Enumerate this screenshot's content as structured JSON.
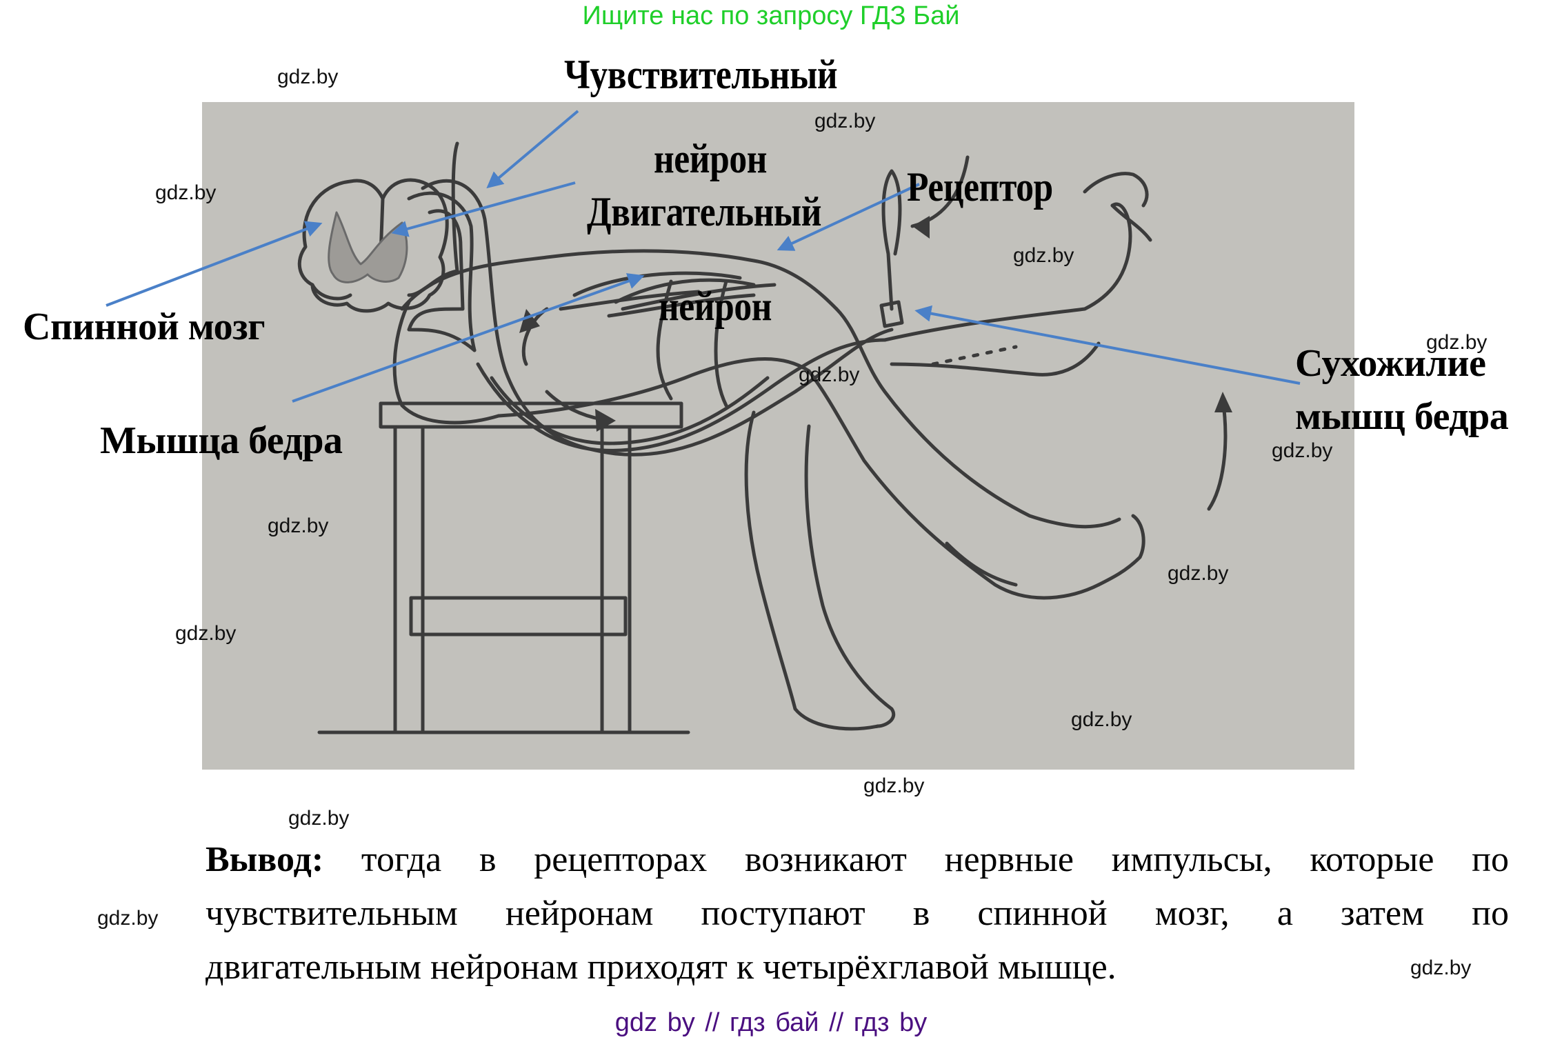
{
  "banner": {
    "text": "Ищите нас по запросу ГДЗ Бай",
    "color": "#1fcf2a"
  },
  "figure": {
    "background": "#c2c1bc",
    "line_color": "#3b3b3b",
    "annotation_color": "#4a80c8",
    "labels": {
      "sensory_line1": "Чувствительный",
      "sensory_line2": "нейрон",
      "motor_line1": "Двигательный",
      "motor_line2": "нейрон",
      "receptor": "Рецептор",
      "spinal_cord": "Спинной мозг",
      "thigh_muscle": "Мышца бедра",
      "tendon_line1": "Сухожилие",
      "tendon_line2": "мышц бедра"
    }
  },
  "watermarks": [
    "gdz.by",
    "gdz.by",
    "gdz.by",
    "gdz.by",
    "gdz.by",
    "gdz.by",
    "gdz.by",
    "gdz.by",
    "gdz.by",
    "gdz.by",
    "gdz.by",
    "gdz.by",
    "gdz.by",
    "gdz.by",
    "gdz.by"
  ],
  "conclusion": {
    "lead": "Вывод:",
    "lines": [
      "тогда в рецепторах возникают нервные импульсы, которые по",
      "чувствительным нейронам поступают в спинной мозг, а затем по",
      "двигательным нейронам приходят к четырёхглавой мышце."
    ]
  },
  "footer": {
    "text": "gdz by  //  гдз бай  //  гдз by",
    "color": "#4a0f80"
  }
}
